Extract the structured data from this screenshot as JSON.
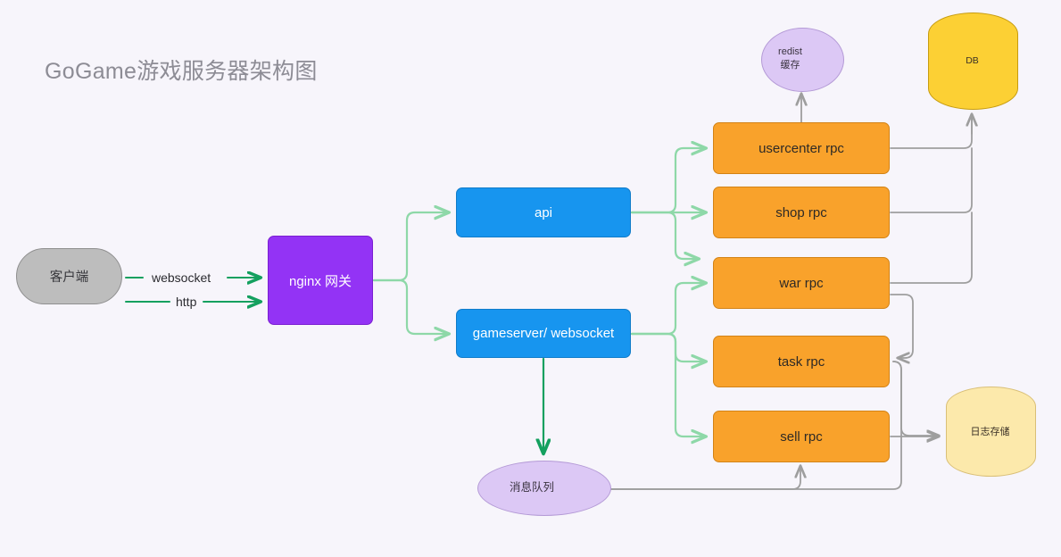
{
  "page": {
    "title": "GoGame游戏服务器架构图",
    "background_color": "#f7f5fb"
  },
  "colors": {
    "client_fill": "#bdbdbd",
    "gateway_fill": "#9333f5",
    "service_fill": "#1795ef",
    "rpc_fill": "#f9a22b",
    "cache_fill": "#dcc8f5",
    "db_fill": "#fcd034",
    "log_fill": "#fce9ab",
    "green_edge": "#8ed8a8",
    "gray_edge": "#9e9e9e",
    "dark_green_edge": "#14a05f",
    "title_text": "#8d8c95"
  },
  "nodes": {
    "client": {
      "label": "客户端",
      "shape": "pill"
    },
    "nginx": {
      "label": "nginx 网关",
      "shape": "rect"
    },
    "api": {
      "label": "api",
      "shape": "rect"
    },
    "gameserver": {
      "label": "gameserver/ websocket",
      "shape": "rect"
    },
    "usercenter": {
      "label": "usercenter rpc",
      "shape": "rect"
    },
    "shop": {
      "label": "shop rpc",
      "shape": "rect"
    },
    "war": {
      "label": "war rpc",
      "shape": "rect"
    },
    "task": {
      "label": "task rpc",
      "shape": "rect"
    },
    "sell": {
      "label": "sell rpc",
      "shape": "rect"
    },
    "redis": {
      "label_line1": "redist",
      "label_line2": "缓存",
      "shape": "cylinder-horizontal"
    },
    "mq": {
      "label": "消息队列",
      "shape": "cylinder-horizontal"
    },
    "db": {
      "label": "DB",
      "shape": "cylinder-vertical"
    },
    "logs": {
      "label": "日志存储",
      "shape": "cylinder-vertical"
    }
  },
  "edge_labels": {
    "websocket": "websocket",
    "http": "http"
  }
}
